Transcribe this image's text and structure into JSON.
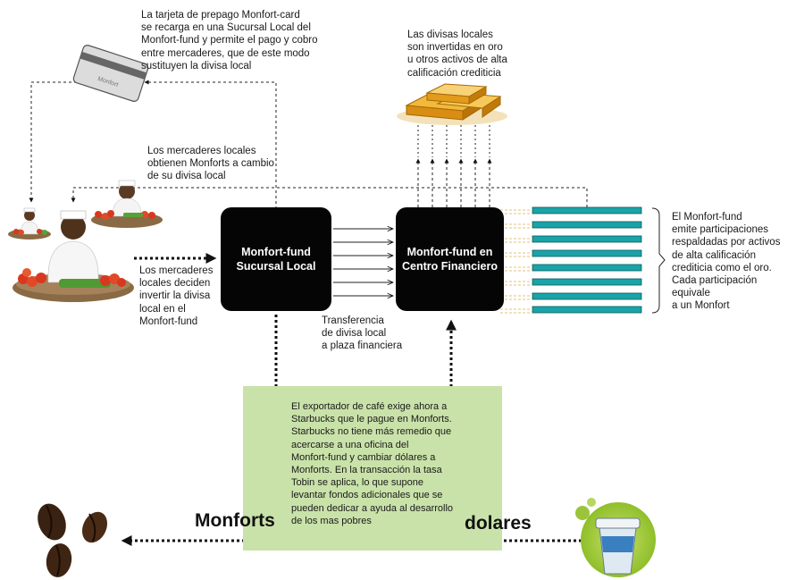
{
  "labels": {
    "card_note": "La tarjeta de prepago Monfort-card\nse recarga en una Sucursal Local del\nMonfort-fund y permite el pago y cobro\nentre mercaderes, que de este modo\nsustituyen la divisa local",
    "gold_note": "Las divisas locales\nson invertidas en oro\nu otros activos de alta\ncalificación crediticia",
    "merchants_obtain": "Los mercaderes locales\nobtienen Monforts a cambio\nde su divisa local",
    "merchants_invest": "Los mercaderes\nlocales deciden\ninvertir la divisa\nlocal en el\nMonfort-fund",
    "transfer": "Transferencia\nde divisa local\na plaza financiera",
    "fund_issues": "El Monfort-fund\nemite participaciones\nrespaldadas por activos\nde alta calificación\ncrediticia como el oro.\nCada participación equivale\na un Monfort",
    "exporter_note": "El exportador de café exige ahora a\nStarbucks que le pague en Monforts.\nStarbucks no tiene más remedio que\nacercarse a una oficina del\nMonfort-fund y cambiar dólares a\nMonforts. En la transacción la tasa\nTobin se aplica, lo que supone\nlevantar fondos adicionales que se\npueden dedicar a ayuda al desarrollo\nde los mas pobres"
  },
  "boxes": {
    "local_branch": "Monfort-fund\nSucursal Local",
    "financial_center": "Monfort-fund en\nCentro Financiero"
  },
  "flows": {
    "monforts": "Monforts",
    "dolares": "dolares"
  },
  "card_text": "Monfort",
  "icons": {
    "card": "prepaid-card-icon",
    "gold": "gold-bars-icon",
    "merchant_small": "merchant-small-icon",
    "merchant_medium": "merchant-medium-icon",
    "merchant_large": "merchant-large-icon",
    "coffee": "coffee-beans-icon",
    "cup": "coffee-cup-icon"
  },
  "colors": {
    "box": "#050505",
    "share_bar": "#1aa3a8",
    "green_panel": "#c9e2a9",
    "gold": "#e8a21c"
  }
}
